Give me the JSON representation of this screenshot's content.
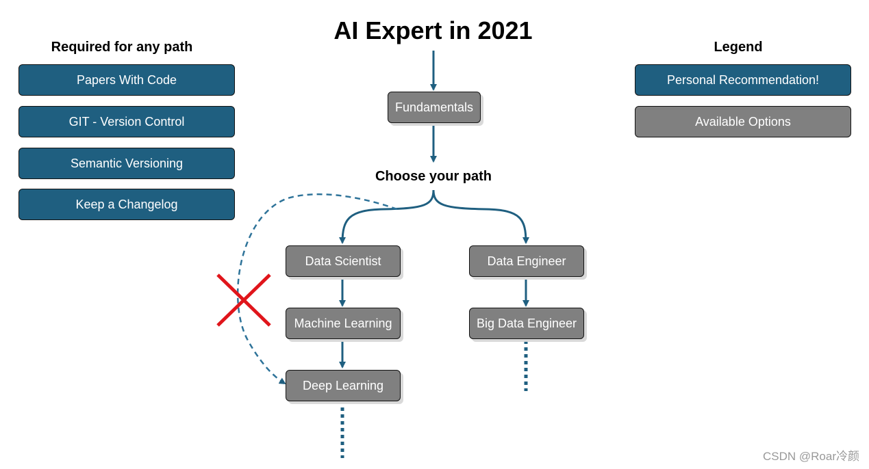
{
  "title": "AI Expert in 2021",
  "required": {
    "heading": "Required for any path",
    "items": [
      "Papers With Code",
      "GIT - Version Control",
      "Semantic Versioning",
      "Keep a Changelog"
    ]
  },
  "legend": {
    "heading": "Legend",
    "recommendation": "Personal Recommendation!",
    "options": "Available Options"
  },
  "flow": {
    "fundamentals": "Fundamentals",
    "choose_path": "Choose your path",
    "data_scientist": "Data Scientist",
    "machine_learning": "Machine Learning",
    "deep_learning": "Deep Learning",
    "data_engineer": "Data Engineer",
    "big_data_engineer": "Big Data Engineer"
  },
  "colors": {
    "recommended": "#1f5f80",
    "option": "#808080",
    "arrow": "#1f5f80",
    "cross": "#e0151b"
  },
  "watermark": "CSDN @Roar冷颜"
}
